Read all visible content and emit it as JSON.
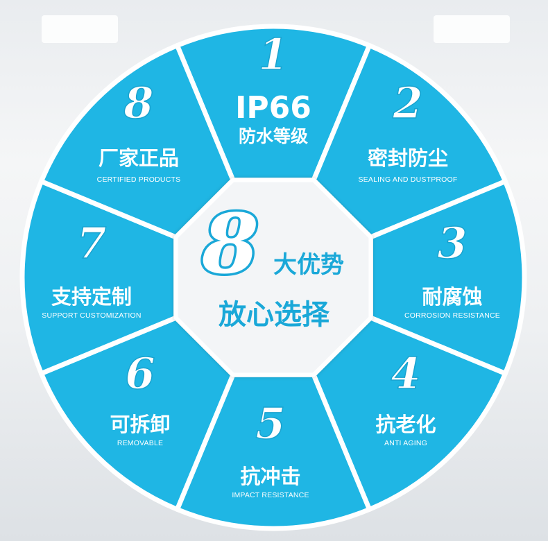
{
  "center": {
    "big_number": "8",
    "line1": "大优势",
    "line2": "放心选择"
  },
  "segments": [
    {
      "number": "1",
      "title_top": "IP66",
      "title": "防水等级",
      "subtitle": ""
    },
    {
      "number": "2",
      "title": "密封防尘",
      "subtitle": "SEALING AND DUSTPROOF"
    },
    {
      "number": "3",
      "title": "耐腐蚀",
      "subtitle": "CORROSION RESISTANCE"
    },
    {
      "number": "4",
      "title": "抗老化",
      "subtitle": "ANTI AGING"
    },
    {
      "number": "5",
      "title": "抗冲击",
      "subtitle": "IMPACT RESISTANCE"
    },
    {
      "number": "6",
      "title": "可拆卸",
      "subtitle": "REMOVABLE"
    },
    {
      "number": "7",
      "title": "支持定制",
      "subtitle": "SUPPORT CUSTOMIZATION"
    },
    {
      "number": "8",
      "title": "厂家正品",
      "subtitle": "CERTIFIED PRODUCTS"
    }
  ],
  "colors": {
    "segment": "#1fb6e4",
    "border": "#ffffff",
    "center_bg": "#f4f6f8",
    "accent_text": "#1aa8d8"
  }
}
